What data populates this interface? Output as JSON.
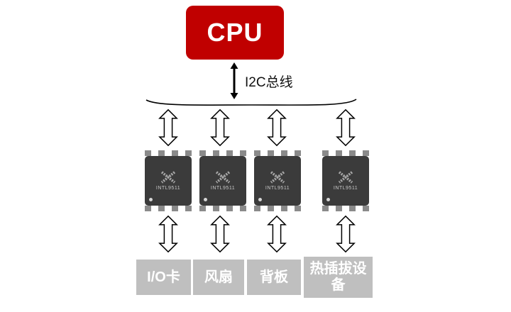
{
  "diagram": {
    "cpu": {
      "label": "CPU"
    },
    "bus": {
      "label": "I2C总线"
    },
    "chips": [
      {
        "label": "INTL9511"
      },
      {
        "label": "INTL9511"
      },
      {
        "label": "INTL9511"
      },
      {
        "label": "INTL9511"
      }
    ],
    "devices": [
      {
        "label": "I/O卡"
      },
      {
        "label": "风扇"
      },
      {
        "label": "背板"
      },
      {
        "label": "热插拔设备"
      }
    ],
    "colors": {
      "cpu_red": "#C00000",
      "chip_body": "#3B3B3B",
      "pin_gray": "#8A8A8A",
      "device_gray": "#BFBFBF"
    }
  }
}
